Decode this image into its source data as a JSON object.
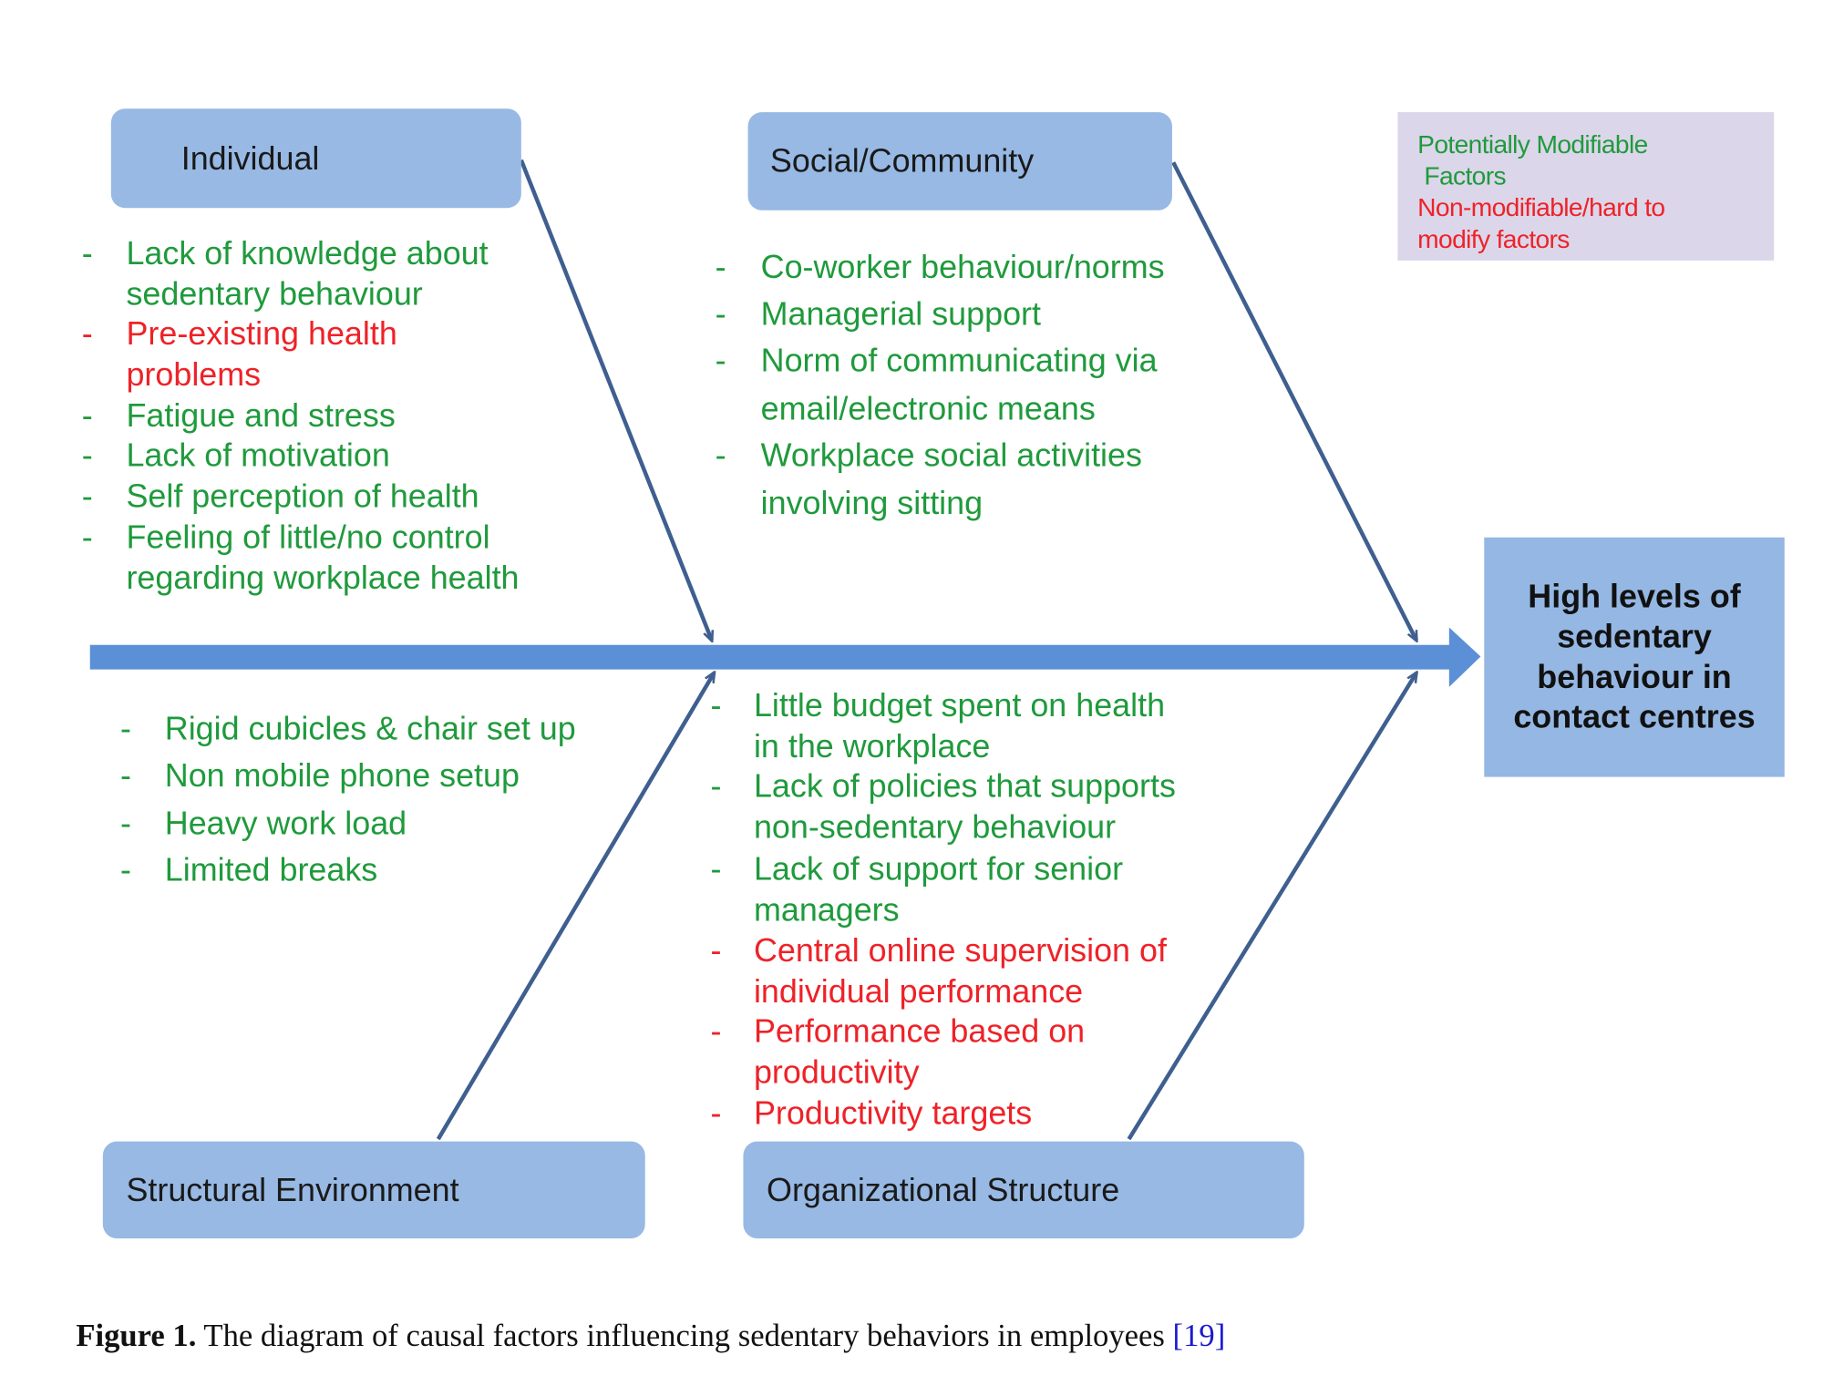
{
  "categories": {
    "individual": {
      "title": "Individual",
      "items": [
        {
          "lines": [
            "Lack of knowledge about",
            "sedentary behaviour"
          ],
          "type": "modifiable"
        },
        {
          "lines": [
            "Pre-existing health",
            "problems"
          ],
          "type": "non-modifiable"
        },
        {
          "lines": [
            "Fatigue and stress"
          ],
          "type": "modifiable"
        },
        {
          "lines": [
            "Lack of motivation"
          ],
          "type": "modifiable"
        },
        {
          "lines": [
            "Self perception of health"
          ],
          "type": "modifiable"
        },
        {
          "lines": [
            "Feeling of little/no control",
            "regarding workplace health"
          ],
          "type": "modifiable"
        }
      ]
    },
    "social": {
      "title": "Social/Community",
      "items": [
        {
          "lines": [
            "Co-worker behaviour/norms"
          ],
          "type": "modifiable"
        },
        {
          "lines": [
            "Managerial support"
          ],
          "type": "modifiable"
        },
        {
          "lines": [
            "Norm of communicating via",
            "email/electronic means"
          ],
          "type": "modifiable"
        },
        {
          "lines": [
            "Workplace social activities",
            "involving sitting"
          ],
          "type": "modifiable"
        }
      ]
    },
    "structural": {
      "title": "Structural Environment",
      "items": [
        {
          "lines": [
            "Rigid cubicles & chair set up"
          ],
          "type": "modifiable"
        },
        {
          "lines": [
            "Non mobile phone setup"
          ],
          "type": "modifiable"
        },
        {
          "lines": [
            "Heavy work load"
          ],
          "type": "modifiable"
        },
        {
          "lines": [
            "Limited breaks"
          ],
          "type": "modifiable"
        }
      ]
    },
    "organizational": {
      "title": "Organizational Structure",
      "items": [
        {
          "lines": [
            "Little budget spent on health",
            "in the workplace"
          ],
          "type": "modifiable"
        },
        {
          "lines": [
            "Lack of policies that supports",
            "non-sedentary behaviour"
          ],
          "type": "modifiable"
        },
        {
          "lines": [
            "Lack of support for senior",
            "managers"
          ],
          "type": "modifiable"
        },
        {
          "lines": [
            "Central online supervision of",
            "individual performance"
          ],
          "type": "non-modifiable"
        },
        {
          "lines": [
            "Performance based on",
            "productivity"
          ],
          "type": "non-modifiable"
        },
        {
          "lines": [
            "Productivity targets"
          ],
          "type": "non-modifiable"
        }
      ]
    }
  },
  "dash": "-",
  "legend": {
    "modifiable": [
      "Potentially Modifiable",
      " Factors"
    ],
    "non_modifiable": [
      "Non-modifiable/hard to",
      "modify factors"
    ]
  },
  "outcome": [
    "High levels of",
    "sedentary",
    "behaviour in",
    "contact centres"
  ],
  "caption": {
    "label": "Figure 1.",
    "text": " The diagram of causal factors influencing sedentary behaviors in employees ",
    "ref": "[19]"
  },
  "colors": {
    "modifiable": "#1f9a3c",
    "non_modifiable": "#ee2228",
    "box": "#97b9e4",
    "spine": "#5b8fd6",
    "bone": "#3e5f8f",
    "legend_bg": "#dcd6ea"
  }
}
